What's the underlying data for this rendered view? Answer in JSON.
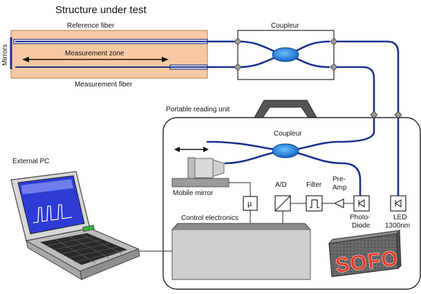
{
  "title": "Structure under test",
  "labels": {
    "reference_fiber": "Reference fiber",
    "measurement_zone": "Measurement zone",
    "measurement_fiber": "Measurement  fiber",
    "mirrors": "Mirrors",
    "coupler_top": "Coupleur",
    "portable_unit": "Portable  reading unit",
    "coupler_inner": "Coupleur",
    "external_pc": "External PC",
    "mobile_mirror": "Mobile  mirror",
    "mu": "µ",
    "ad": "A/D",
    "filter": "Filter",
    "preamp_line1": "Pre-",
    "preamp_line2": "Amp",
    "photo_line1": "Photo-",
    "photo_line2": "Diode",
    "led_line1": "LED",
    "led_line2": "1300nm",
    "control_electronics": "Control electronics",
    "sofo": "SOFO"
  },
  "colors": {
    "fiber": "#1c2e8c",
    "structure_fill": "#f7c9a2",
    "coupler_fill": "#1e7fd6",
    "sofo_text": "#e23c2c",
    "screen": "#2d3bd4"
  }
}
